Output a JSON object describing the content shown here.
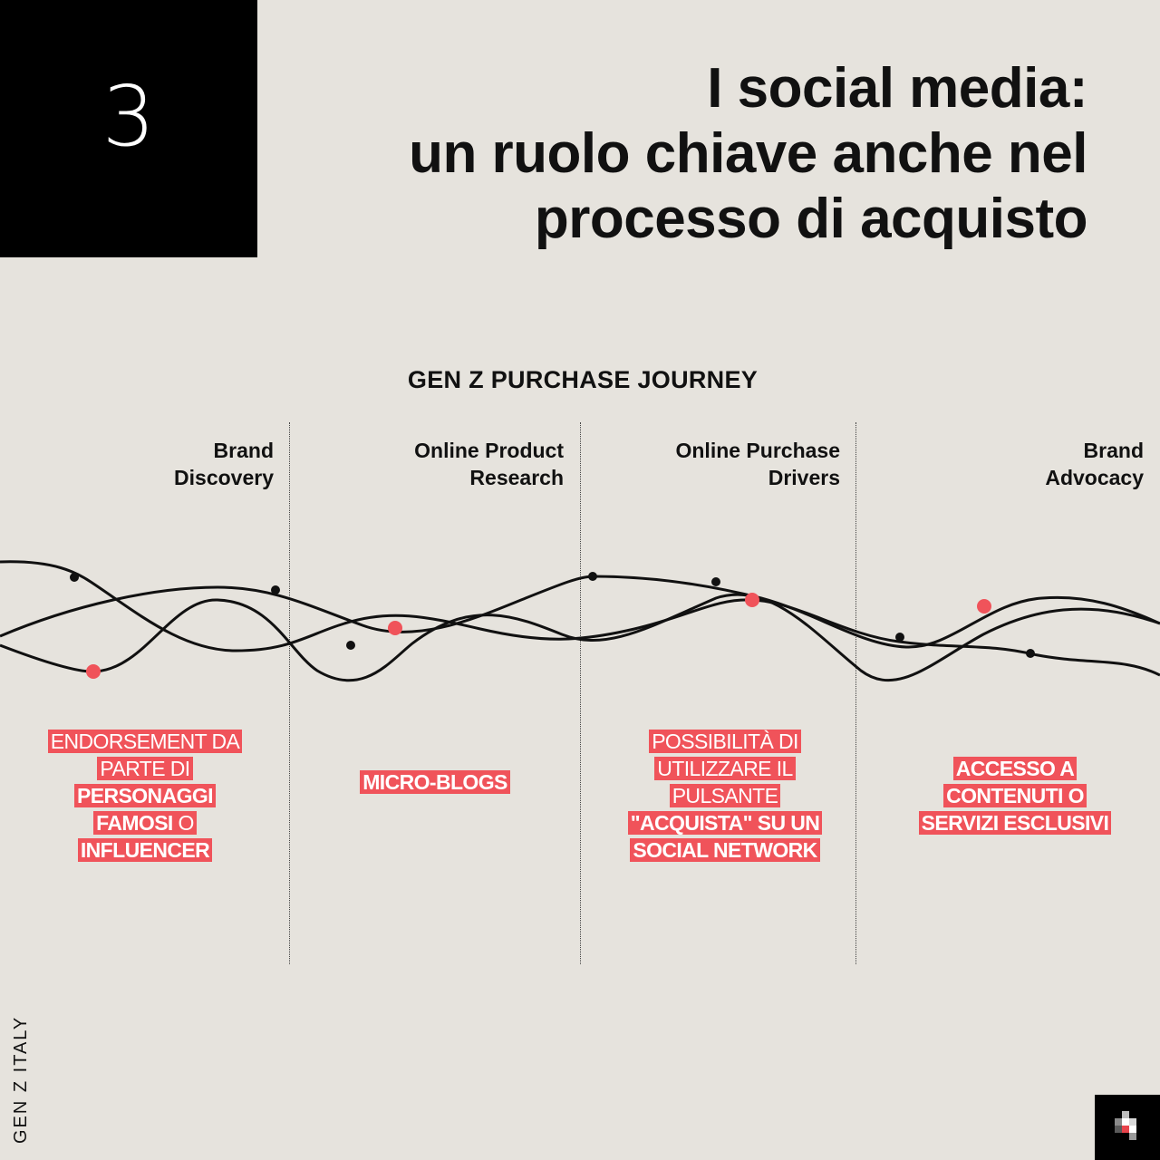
{
  "page": {
    "number": "3",
    "title_lines": [
      "I social media:",
      "un ruolo chiave anche nel",
      "processo di acquisto"
    ],
    "journey_title": "GEN Z PURCHASE JOURNEY",
    "side_label": "GEN Z ITALY"
  },
  "stages": [
    {
      "line1": "Brand",
      "line2": "Discovery"
    },
    {
      "line1": "Online Product",
      "line2": "Research"
    },
    {
      "line1": "Online Purchase",
      "line2": "Drivers"
    },
    {
      "line1": "Brand",
      "line2": "Advocacy"
    }
  ],
  "callouts": {
    "c1": {
      "l1": "ENDORSEMENT DA",
      "l2": "PARTE DI",
      "l3": "PERSONAGGI",
      "l4a": "FAMOSI",
      "l4b": "O",
      "l5": "INFLUENCER"
    },
    "c2": {
      "l1": "MICRO-BLOGS"
    },
    "c3": {
      "l1": "POSSIBILITÀ DI",
      "l2": "UTILIZZARE IL",
      "l3": "PULSANTE",
      "l4a": "\"ACQUISTA\"",
      "l4b": "SU UN",
      "l5": "SOCIAL NETWORK"
    },
    "c4": {
      "l1": "ACCESSO A",
      "l2": "CONTENUTI O",
      "l3": "SERVIZI ESCLUSIVI"
    }
  },
  "colors": {
    "background": "#e6e3dd",
    "accent": "#f0535a",
    "ink": "#111111"
  }
}
